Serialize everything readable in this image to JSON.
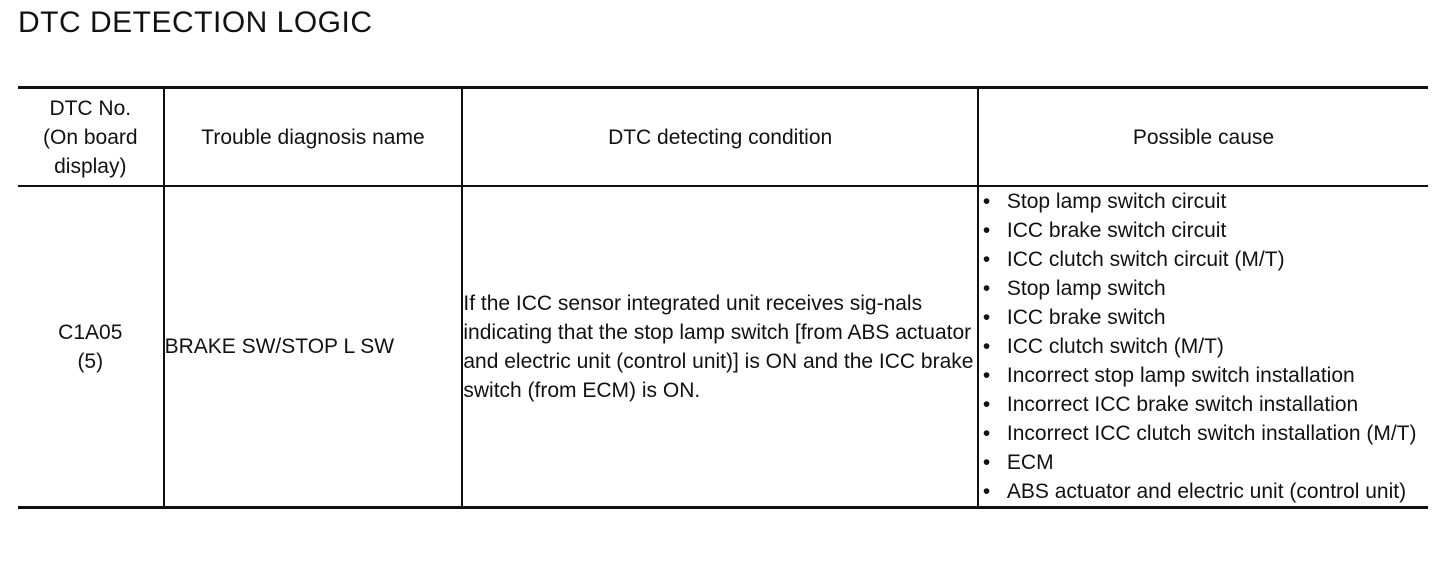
{
  "page_title": "DTC DETECTION LOGIC",
  "table": {
    "headers": {
      "dtc_no_line1": "DTC No.",
      "dtc_no_line2": "(On board",
      "dtc_no_line3": "display)",
      "name": "Trouble diagnosis name",
      "condition": "DTC detecting condition",
      "cause": "Possible cause"
    },
    "row": {
      "dtc_code": "C1A05",
      "display_no": "(5)",
      "name": "BRAKE SW/STOP L SW",
      "condition": "If the ICC sensor integrated unit receives sig-nals indicating that the stop lamp switch [from ABS actuator and electric unit (control unit)] is ON and the ICC brake switch (from ECM) is ON.",
      "bullet_symbol": "•",
      "causes": [
        "Stop lamp switch circuit",
        "ICC brake switch circuit",
        "ICC clutch switch circuit (M/T)",
        "Stop lamp switch",
        "ICC brake switch",
        "ICC clutch switch (M/T)",
        "Incorrect stop lamp switch installation",
        "Incorrect ICC brake switch installation",
        "Incorrect ICC clutch switch installation (M/T)",
        "ECM",
        "ABS actuator and electric unit (control unit)"
      ]
    }
  }
}
